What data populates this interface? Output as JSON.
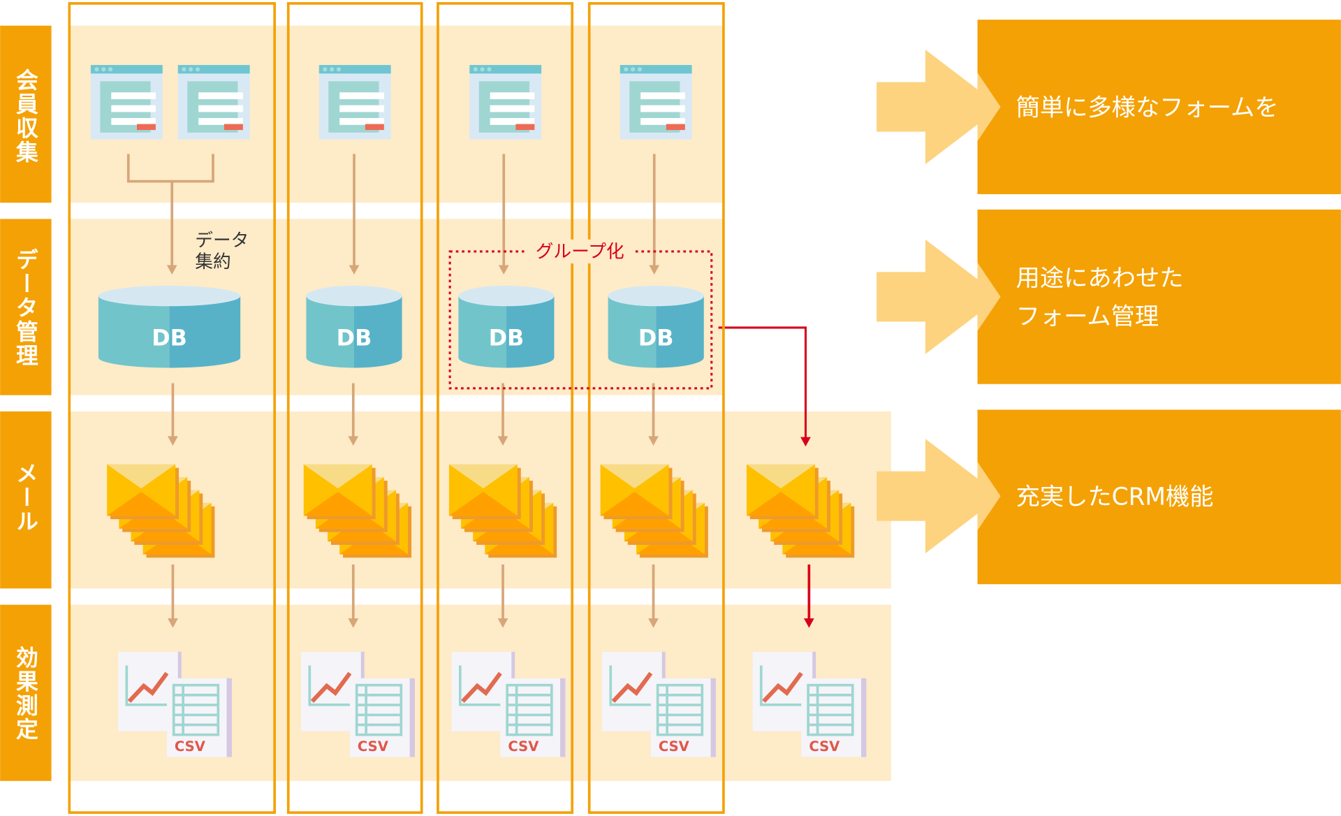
{
  "rows": [
    {
      "label": "会員収集"
    },
    {
      "label": "データ管理"
    },
    {
      "label": "メール"
    },
    {
      "label": "効果測定"
    }
  ],
  "db_label": "DB",
  "aggregate_label": [
    "データ",
    "集約"
  ],
  "group_label": "グループ化",
  "csv_label": "CSV",
  "panels": [
    {
      "lines": [
        "簡単に多様なフォームを"
      ]
    },
    {
      "lines": [
        "用途にあわせた",
        "フォーム管理"
      ]
    },
    {
      "lines": [
        "充実したCRM機能"
      ]
    }
  ],
  "colors": {
    "orange": "#F4A106",
    "band": "#FEEBC8",
    "arrow_light": "#FDD37F",
    "flow_arrow": "#D6A679",
    "group_red": "#D7001B",
    "db_top": "#D5E8F2",
    "db_left": "#72C4CB",
    "db_right": "#57B2C8"
  }
}
